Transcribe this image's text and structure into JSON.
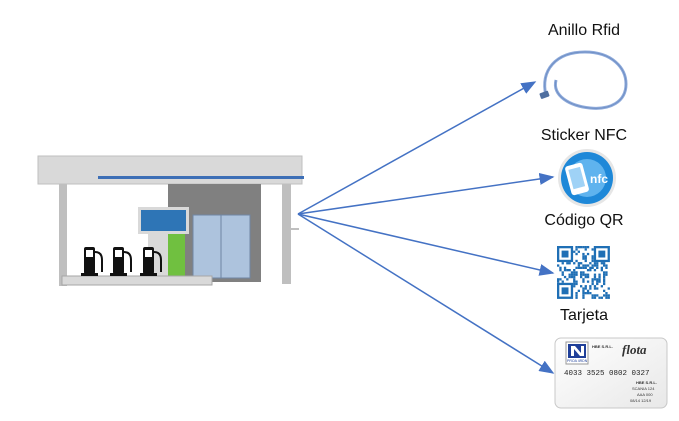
{
  "labels": {
    "rfid": "Anillo Rfid",
    "nfc": "Sticker NFC",
    "qr": "Código QR",
    "card": "Tarjeta"
  },
  "nfc_logo_text": "nfc",
  "card": {
    "brand": "flota",
    "number": "4033  3525  0802  0327",
    "logo_small_text": "HBE S.R.L.",
    "logo_brand_text": "PROA 4RDN",
    "holder_company": "HBE S.R.L.",
    "holder_line2": "SCANIA 124",
    "holder_line3": "AAA 000",
    "holder_line4": "08/14  12/19"
  },
  "colors": {
    "arrow": "#4472c4",
    "canopy": "#d9d9d9",
    "canopy_stripe": "#3d6fb6",
    "shop_wall": "#808080",
    "glass": "#adc3dd",
    "sign_blue": "#2e75b6",
    "sign_green": "#70c040",
    "pump": "#111111",
    "rfid_cable": "#8eaadb",
    "nfc_blue": "#1e88d8",
    "qr_blue": "#1f6fb5"
  },
  "icons": [
    "gas-station-icon",
    "rfid-ring-icon",
    "nfc-sticker-icon",
    "qr-code-icon",
    "fleet-card-icon"
  ]
}
